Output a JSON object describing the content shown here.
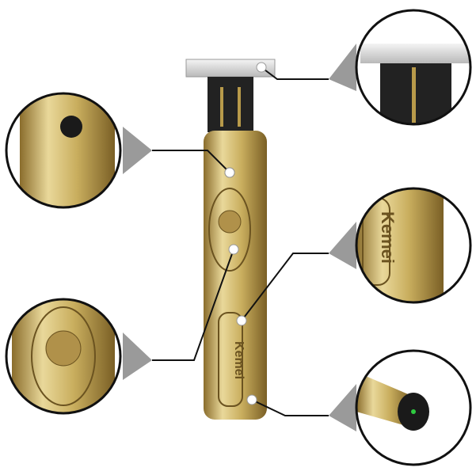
{
  "product": {
    "brand": "Kemei",
    "colors": {
      "gold_light": "#e9d89a",
      "gold_mid": "#c9ae5e",
      "gold_dark": "#8a6d2c",
      "callout_gray": "#9a9a9a",
      "line": "#111111"
    }
  },
  "callouts": [
    {
      "name": "blade-detail"
    },
    {
      "name": "power-button-detail"
    },
    {
      "name": "brand-logo-detail",
      "label": "Kemei"
    },
    {
      "name": "engraved-face-detail"
    },
    {
      "name": "charging-port-detail"
    }
  ]
}
